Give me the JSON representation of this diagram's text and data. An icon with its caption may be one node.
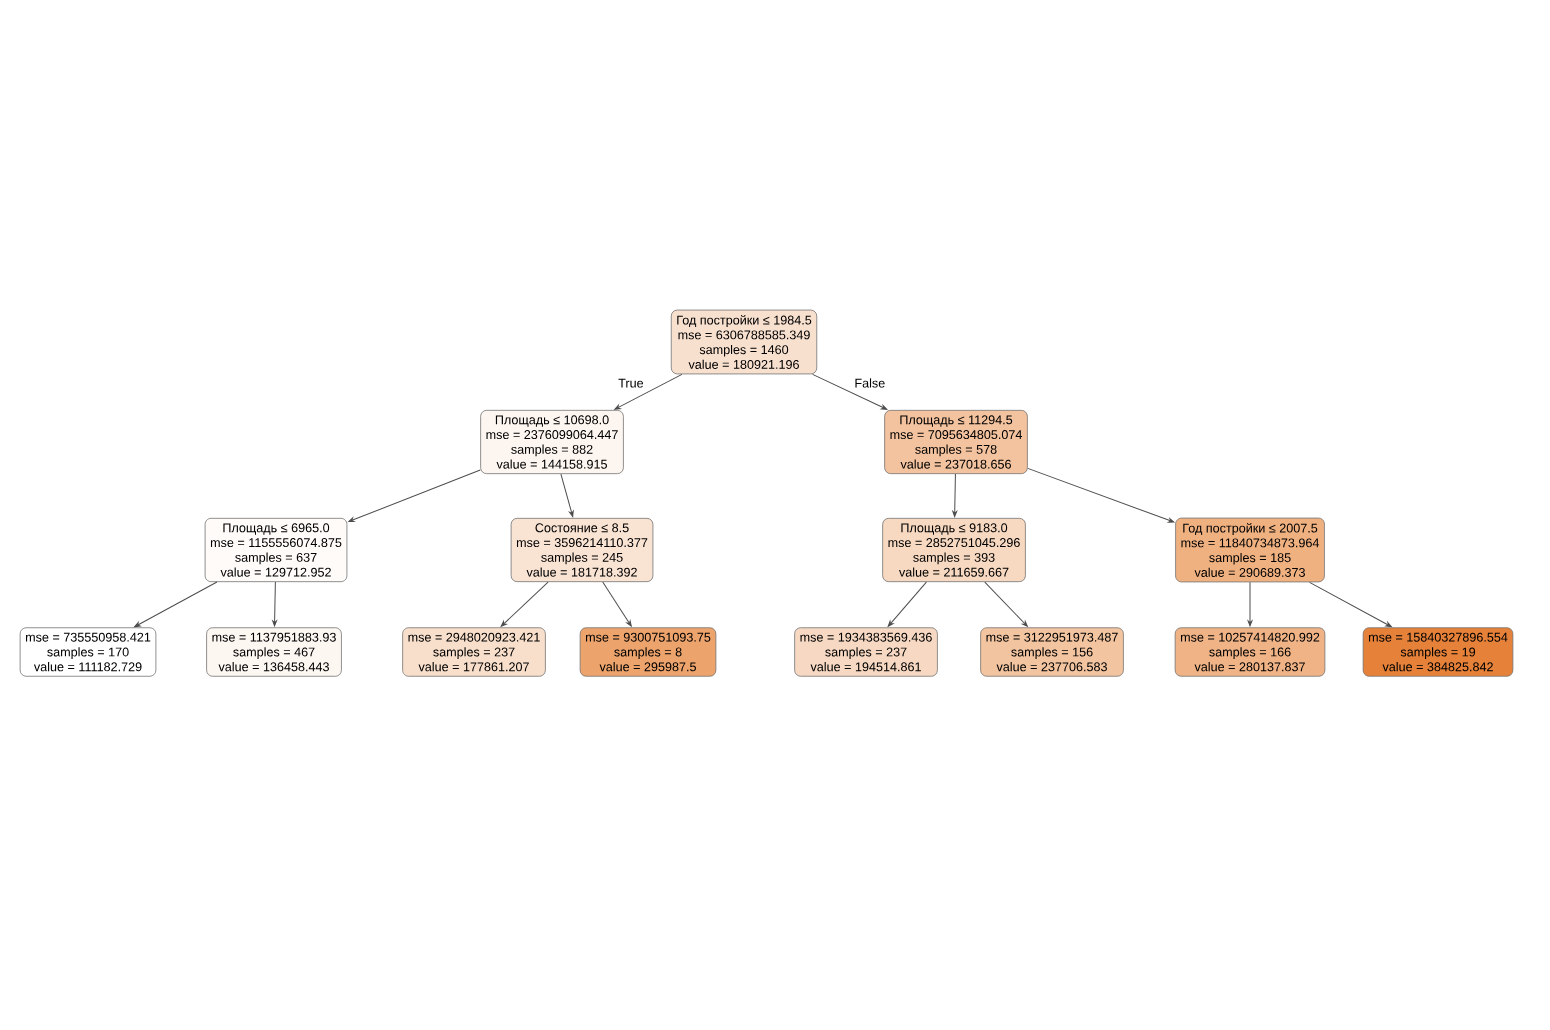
{
  "diagram": {
    "nodes": [
      {
        "text": [
          "Год постройки ≤ 1984.5",
          "mse = 6306788585.349",
          "samples = 1460",
          "value = 180921.196"
        ]
      },
      {
        "text": [
          "Площадь ≤ 10698.0",
          "mse = 2376099064.447",
          "samples = 882",
          "value = 144158.915"
        ]
      },
      {
        "text": [
          "Площадь ≤ 11294.5",
          "mse = 7095634805.074",
          "samples = 578",
          "value = 237018.656"
        ]
      },
      {
        "text": [
          "Площадь ≤ 6965.0",
          "mse = 1155556074.875",
          "samples = 637",
          "value = 129712.952"
        ]
      },
      {
        "text": [
          "Состояние ≤ 8.5",
          "mse = 3596214110.377",
          "samples = 245",
          "value = 181718.392"
        ]
      },
      {
        "text": [
          "Площадь ≤ 9183.0",
          "mse = 2852751045.296",
          "samples = 393",
          "value = 211659.667"
        ]
      },
      {
        "text": [
          "Год постройки ≤ 2007.5",
          "mse = 11840734873.964",
          "samples = 185",
          "value = 290689.373"
        ]
      },
      {
        "text": [
          "mse = 735550958.421",
          "samples = 170",
          "value = 111182.729"
        ]
      },
      {
        "text": [
          "mse = 1137951883.93",
          "samples = 467",
          "value = 136458.443"
        ]
      },
      {
        "text": [
          "mse = 2948020923.421",
          "samples = 237",
          "value = 177861.207"
        ]
      },
      {
        "text": [
          "mse = 9300751093.75",
          "samples = 8",
          "value = 295987.5"
        ]
      },
      {
        "text": [
          "mse = 1934383569.436",
          "samples = 237",
          "value = 194514.861"
        ]
      },
      {
        "text": [
          "mse = 3122951973.487",
          "samples = 156",
          "value = 237706.583"
        ]
      },
      {
        "text": [
          "mse = 10257414820.992",
          "samples = 166",
          "value = 280137.837"
        ]
      },
      {
        "text": [
          "mse = 15840327896.554",
          "samples = 19",
          "value = 384825.842"
        ]
      }
    ],
    "edges": [
      {
        "from": 0,
        "to": 1,
        "arrow": "to",
        "label": "True"
      },
      {
        "from": 0,
        "to": 2,
        "arrow": "to",
        "label": "False"
      },
      {
        "from": 1,
        "to": 3,
        "arrow": "to"
      },
      {
        "from": 1,
        "to": 4,
        "arrow": "to"
      },
      {
        "from": 2,
        "to": 5,
        "arrow": "to"
      },
      {
        "from": 2,
        "to": 6,
        "arrow": "to"
      },
      {
        "from": 3,
        "to": 7,
        "arrow": "to"
      },
      {
        "from": 3,
        "to": 8,
        "arrow": "to"
      },
      {
        "from": 4,
        "to": 9,
        "arrow": "to"
      },
      {
        "from": 4,
        "to": 10,
        "arrow": "to"
      },
      {
        "from": 5,
        "to": 11,
        "arrow": "to"
      },
      {
        "from": 5,
        "to": 12,
        "arrow": "to"
      },
      {
        "from": 6,
        "to": 13,
        "arrow": "to"
      },
      {
        "from": 6,
        "to": 14,
        "arrow": "to"
      }
    ]
  }
}
